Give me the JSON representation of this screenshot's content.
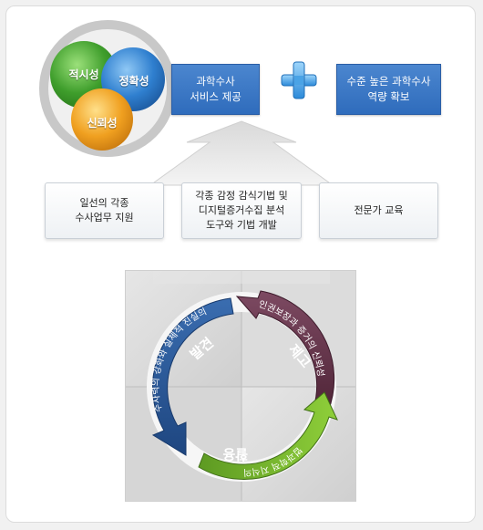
{
  "top_circles": {
    "left": "적시성",
    "right": "정확성",
    "bottom": "신뢰성"
  },
  "top_boxes": {
    "service": "과학수사\n서비스 제공",
    "capacity": "수준 높은 과학수사\n역량 확보"
  },
  "support_boxes": {
    "field": "일선의 각종\n수사업무 지원",
    "tools": "각종 감정 감식기법 및\n디지털증거수집 분석\n도구와 기법 개발",
    "education": "전문가 교육"
  },
  "cycle": {
    "discovery_title": "발견",
    "discovery_arc": "수사력의 강화와 실체적 진실의",
    "improve_title": "제고",
    "improve_arc": "인권보장과 증거의 신뢰성",
    "utilize_title": "활용",
    "utilize_arc": "법과학적 지식의"
  },
  "colors": {
    "blue": "#2f6cbc",
    "plus": "#3a9be0",
    "green": "#4aa335",
    "orange": "#f0a020",
    "navy": "#25508e",
    "maroon": "#6e3a50",
    "lime": "#6fae2a"
  }
}
